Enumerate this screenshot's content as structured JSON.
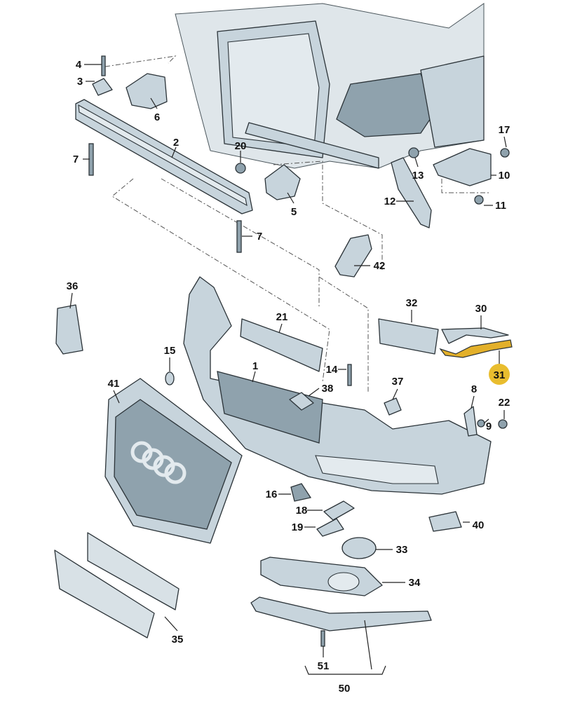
{
  "diagram": {
    "title": "Front bumper exploded parts diagram",
    "highlighted_part": "31",
    "highlight_color": "#e9bd2e",
    "part_color": "#c7d4dc",
    "outline_color": "#2b3338",
    "labels": [
      "4",
      "3",
      "6",
      "2",
      "7",
      "20",
      "5",
      "7",
      "17",
      "13",
      "10",
      "12",
      "11",
      "42",
      "36",
      "21",
      "32",
      "30",
      "31",
      "1",
      "15",
      "14",
      "38",
      "37",
      "8",
      "9",
      "22",
      "41",
      "16",
      "18",
      "19",
      "33",
      "40",
      "34",
      "35",
      "51",
      "50"
    ]
  }
}
